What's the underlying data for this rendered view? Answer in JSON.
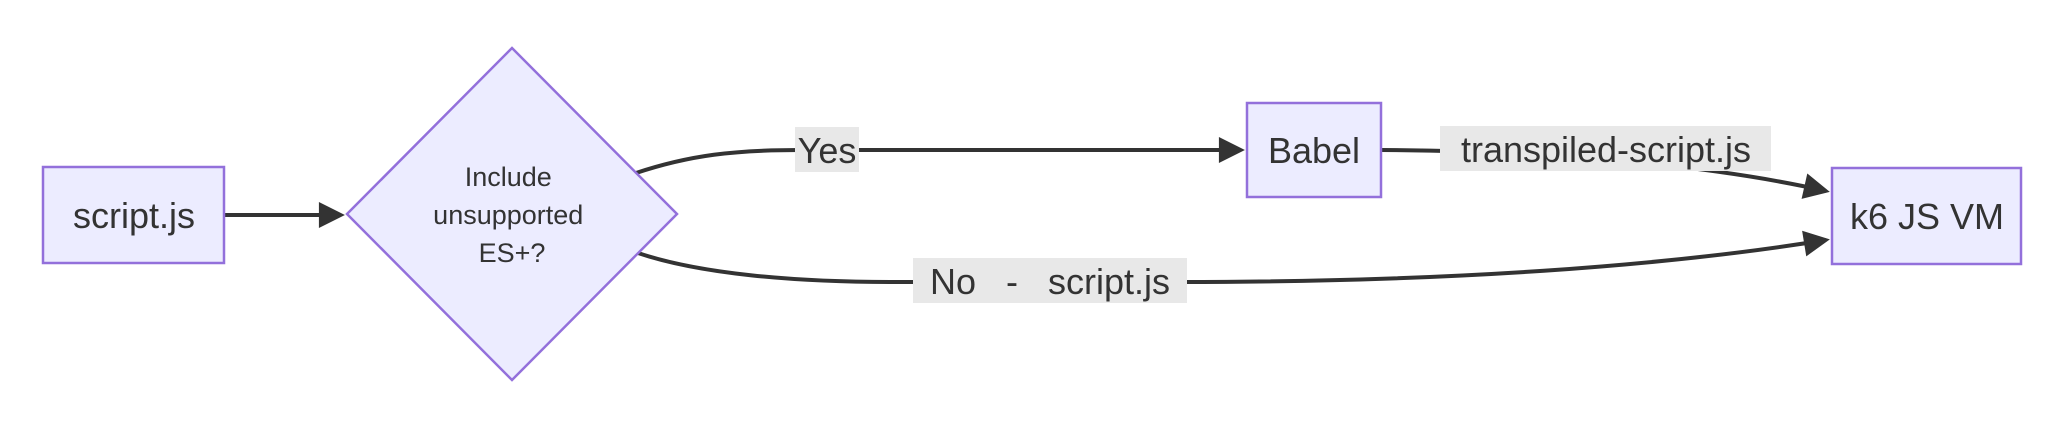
{
  "diagram": {
    "type": "flowchart",
    "direction": "left-to-right",
    "colors": {
      "background": "#ffffff",
      "node_fill": "#ECECFF",
      "node_border": "#9370DB",
      "edge_color": "#333333",
      "edge_label_background": "#e8e8e8",
      "text_color": "#333333"
    },
    "nodes": {
      "script": {
        "label": "script.js",
        "shape": "rect"
      },
      "decision": {
        "shape": "diamond",
        "label": "Include unsupported ES+?",
        "lines": [
          "Include",
          "unsupported",
          "ES+?"
        ]
      },
      "babel": {
        "label": "Babel",
        "shape": "rect"
      },
      "k6vm": {
        "label": "k6 JS VM",
        "shape": "rect"
      }
    },
    "edges": {
      "script_to_decision": {
        "from": "script.js",
        "to": "decision",
        "label": ""
      },
      "decision_to_babel": {
        "from": "decision",
        "to": "Babel",
        "label": "Yes"
      },
      "babel_to_k6vm": {
        "from": "Babel",
        "to": "k6 JS VM",
        "label": "transpiled-script.js"
      },
      "decision_to_k6vm": {
        "from": "decision",
        "to": "k6 JS VM",
        "label": "No   -   script.js"
      }
    }
  }
}
